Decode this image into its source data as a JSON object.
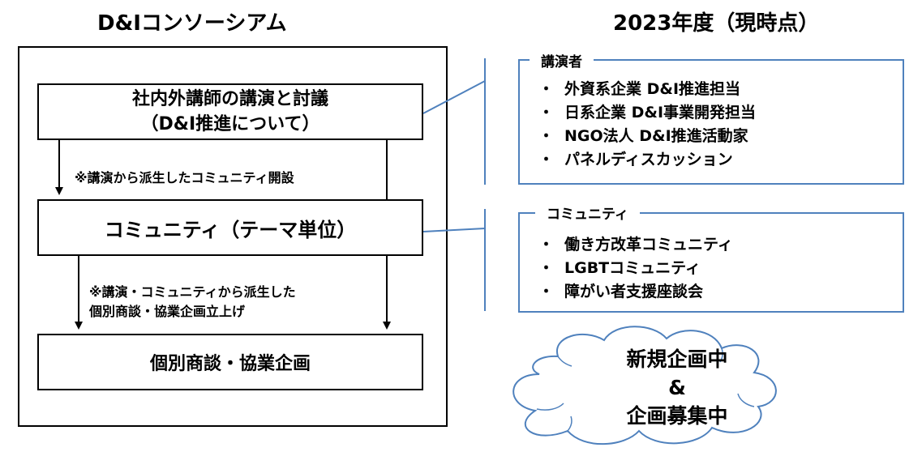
{
  "left_title": "D&Iコンソーシアム",
  "right_title": "2023年度（現時点）",
  "boxes": {
    "lecture_line1": "社内外講師の講演と討議",
    "lecture_line2": "（D&I推進について）",
    "community": "コミュニティ（テーマ単位）",
    "business": "個別商談・協業企画"
  },
  "notes": {
    "note1": "※講演から派生したコミュニティ開設",
    "note2_line1": "※講演・コミュニティから派生した",
    "note2_line2": "個別商談・協業企画立上げ"
  },
  "speakers_panel": {
    "label": "講演者",
    "bullet": "・",
    "items": [
      "外資系企業 D&I推進担当",
      "日系企業 D&I事業開発担当",
      "NGO法人 D&I推進活動家",
      "パネルディスカッション"
    ]
  },
  "community_panel": {
    "label": "コミュニティ",
    "bullet": "・",
    "items": [
      "働き方改革コミュニティ",
      "LGBTコミュニティ",
      "障がい者支援座談会"
    ]
  },
  "cloud": {
    "line1": "新規企画中",
    "line2": "&",
    "line3": "企画募集中"
  },
  "colors": {
    "panel_border": "#4f81bd",
    "connector": "#4f81bd",
    "box_border": "#000000"
  }
}
